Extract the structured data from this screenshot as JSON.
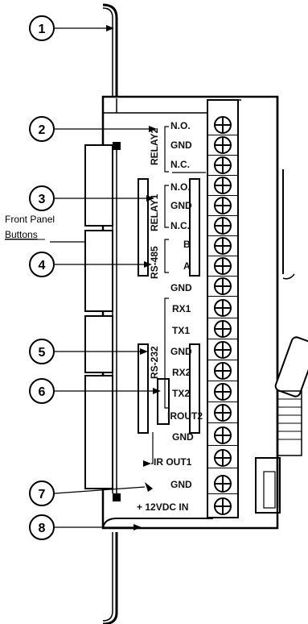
{
  "callouts": [
    "1",
    "2",
    "3",
    "4",
    "5",
    "6",
    "7",
    "8"
  ],
  "caption": {
    "line1": "Front Panel",
    "line2": "Buttons"
  },
  "groups": {
    "relay2": "RELAY2",
    "relay1": "RELAY1",
    "rs485": "RS-485",
    "rs232": "RS-232"
  },
  "terminals": [
    "N.O.",
    "GND",
    "N.C.",
    "N.O.",
    "GND",
    "N.C.",
    "B",
    "A",
    "GND",
    "RX1",
    "TX1",
    "GND",
    "RX2",
    "TX2",
    "IROUT2",
    "GND",
    "IR OUT1",
    "GND",
    "+ 12VDC IN"
  ]
}
